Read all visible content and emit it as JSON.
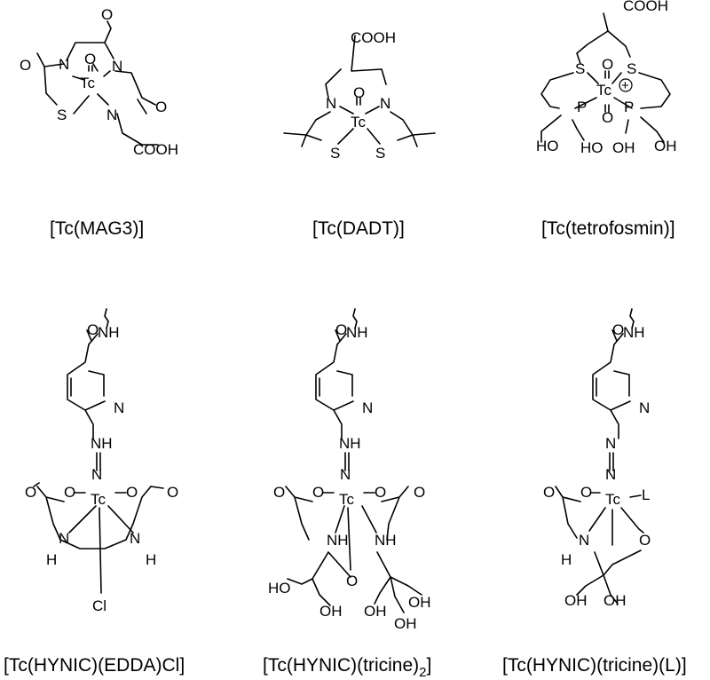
{
  "captions": {
    "mag3": "[Tc(MAG3)]",
    "dadt": "[Tc(DADT)]",
    "tetrofosmin": "[Tc(tetrofosmin)]",
    "edda_main": "[Tc(HYNIC)(EDDA)Cl]",
    "tricine2_main": "[Tc(HYNIC)(tricine)",
    "tricine2_sub": "2",
    "tricine2_end": "]",
    "tricine_l": "[Tc(HYNIC)(tricine)(L)]"
  },
  "atoms": {
    "tc": "Tc",
    "o": "O",
    "n": "N",
    "s": "S",
    "p": "P",
    "h": "H",
    "cl": "Cl",
    "l": "L",
    "nh": "NH",
    "oh": "OH",
    "ho": "HO",
    "cooh": "COOH",
    "plus": "+"
  }
}
